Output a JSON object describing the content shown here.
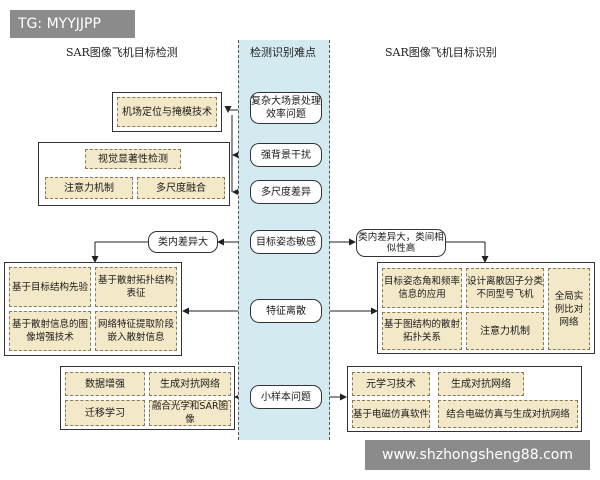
{
  "watermark_top": "TG: MYYJJPP",
  "watermark_bottom": "www.shzhongsheng88.com",
  "headers": {
    "left": "SAR图像飞机目标检测",
    "center": "检测识别难点",
    "right": "SAR图像飞机目标识别"
  },
  "difficulties": [
    "复杂大场景处理效率问题",
    "强背景干扰",
    "多尺度差异",
    "目标姿态敏感",
    "特征离散",
    "小样本问题"
  ],
  "left": {
    "scene": "机场定位与掩模技术",
    "saliency": "视觉显著性检测",
    "attention": "注意力机制",
    "multiscale": "多尺度融合",
    "intra_class": "类内差异大",
    "feature_items": [
      "基于目标结构先验",
      "基于散射拓扑结构表征",
      "基于散射信息的图像增强技术",
      "网络特征提取阶段嵌入散射信息"
    ],
    "small_sample_items": [
      "数据增强",
      "生成对抗网络",
      "迁移学习",
      "融合光学和SAR图像"
    ]
  },
  "right": {
    "class_diff": "类内差异大，类间相似性高",
    "feature_items": [
      "目标姿态角和频率信息的应用",
      "设计离散因子分类不同型号飞机",
      "全局实例比对网络",
      "基于图结构的散射拓扑关系",
      "注意力机制"
    ],
    "small_sample_items": [
      "元学习技术",
      "生成对抗网络",
      "基于电磁仿真软件",
      "结合电磁仿真与生成对抗网络"
    ]
  },
  "colors": {
    "band": "#d4eaf1",
    "dashed_fill": "#f3e8c8",
    "watermark": "#8b8b8b"
  }
}
